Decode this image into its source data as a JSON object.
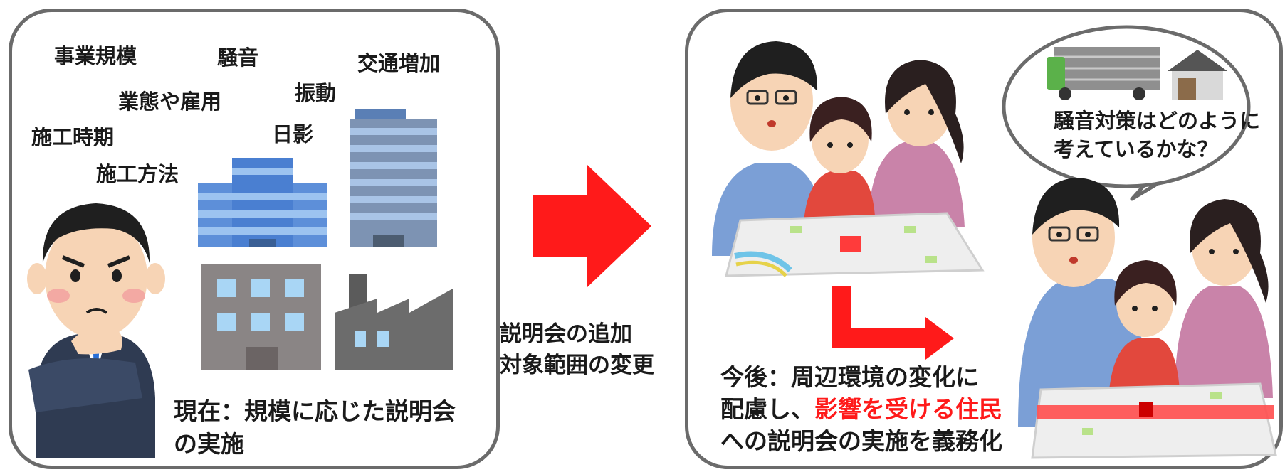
{
  "left": {
    "keywords": [
      "事業規模",
      "騒音",
      "交通増加",
      "業態や雇用",
      "振動",
      "施工時期",
      "日影",
      "施工方法"
    ],
    "caption_line1": "現在：規模に応じた説明会",
    "caption_line2": "の実施"
  },
  "middle": {
    "label_line1": "説明会の追加",
    "label_line2": "対象範囲の変更"
  },
  "right": {
    "speech_line1": "騒音対策はどのように",
    "speech_line2": "考えているかな？",
    "caption_line1": "今後：周辺環境の変化に",
    "caption_line2_a": "配慮し、",
    "caption_line2_b": "影響を受ける住民",
    "caption_line3": "への説明会の実施を義務化"
  },
  "colors": {
    "accent_red": "#ff1a1a",
    "border_gray": "#6b6b6b"
  }
}
